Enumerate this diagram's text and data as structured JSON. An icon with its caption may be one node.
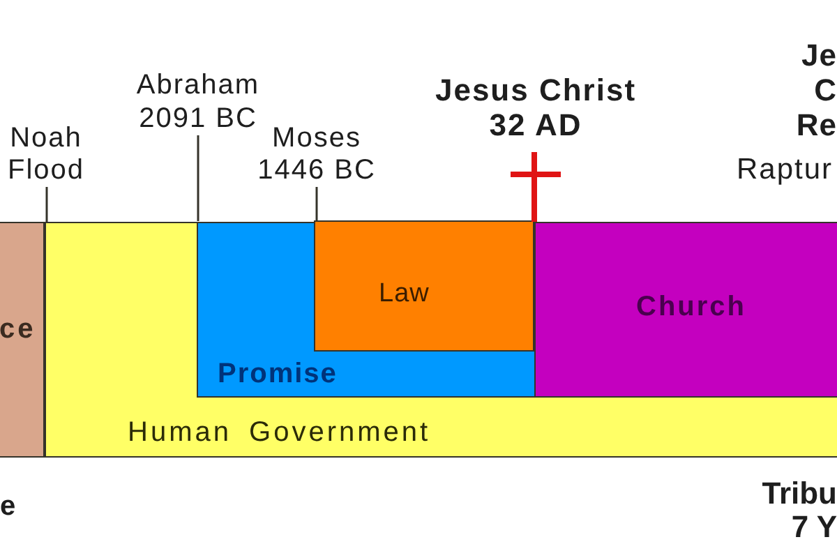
{
  "diagram": {
    "nodes": [
      {
        "text": [
          "Abraham 2091 BC"
        ]
      },
      {
        "text": [
          "Noah Flood"
        ]
      },
      {
        "text": [
          "Moses 1446 BC"
        ]
      },
      {
        "text": [
          "ce"
        ]
      },
      {
        "text": [
          "Human Government"
        ]
      },
      {
        "text": [
          "Promise"
        ],
        "in": 4
      },
      {
        "text": [
          "Law"
        ],
        "in": 5
      },
      {
        "text": [
          "Church"
        ],
        "in": 4
      }
    ],
    "edges": [
      {
        "from": 1,
        "to": 4,
        "arrow": "none"
      },
      {
        "from": 0,
        "to": 5,
        "arrow": "none"
      },
      {
        "from": 2,
        "to": 6,
        "arrow": "none"
      }
    ],
    "labels": [
      "Je C Re",
      "Jesus Christ 32 AD",
      "Raptur",
      "e",
      "Tribu 7 Y"
    ]
  }
}
